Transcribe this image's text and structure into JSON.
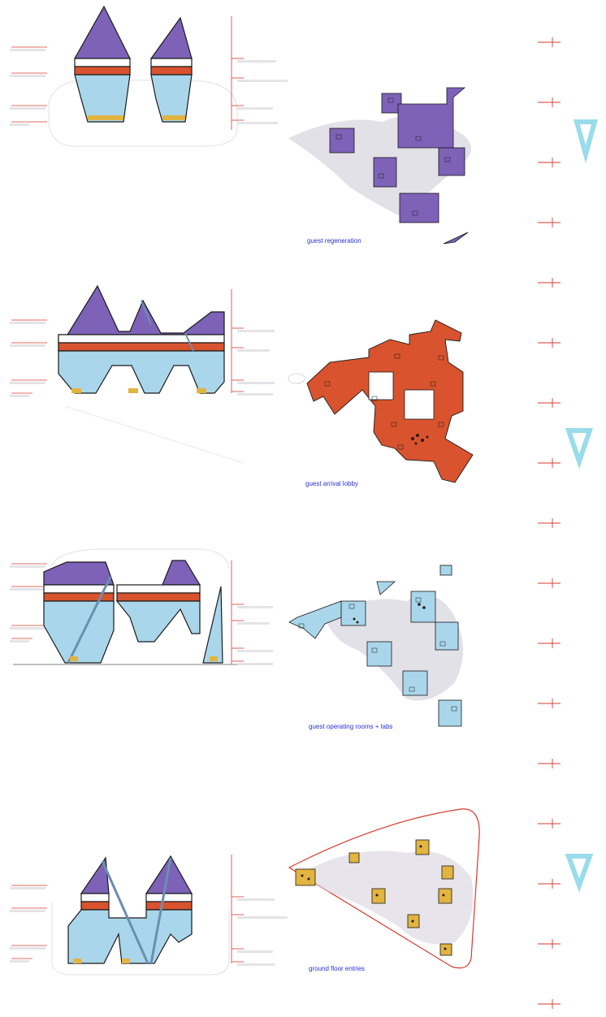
{
  "levels": [
    {
      "id": "regen",
      "label": "guest regeneration",
      "fill": "#7d62b8"
    },
    {
      "id": "lobby",
      "label": "guest arrival lobby",
      "fill": "#d8532e"
    },
    {
      "id": "or",
      "label": "guest operating rooms + labs",
      "fill": "#a9d6ea"
    },
    {
      "id": "ground",
      "label": "ground floor entries",
      "fill": "#e2b440"
    }
  ],
  "colors": {
    "purple": "#7d62b8",
    "red": "#d8532e",
    "light_blue": "#a9d6ea",
    "yellow": "#e2b440",
    "marker_red": "#d63b2f",
    "cyan": "#7fd3e6",
    "caption_blue": "#2a2fd6",
    "shadow_grey": "#d7d4de",
    "outline": "#1a1a1a"
  }
}
